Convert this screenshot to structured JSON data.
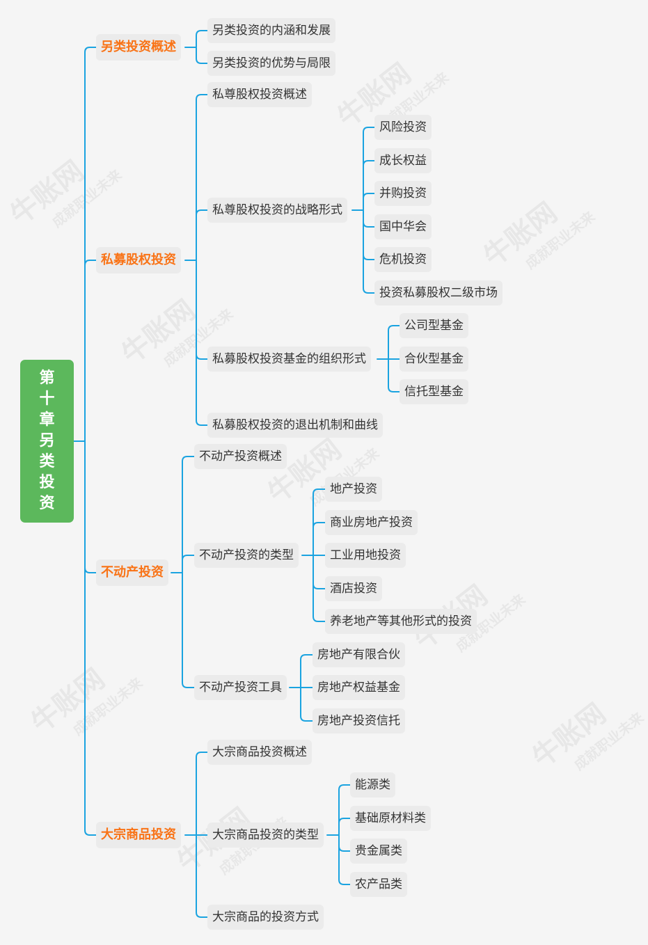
{
  "root": {
    "label": "第十章另类投资",
    "chars": [
      "第",
      "十",
      "章",
      "另",
      "类",
      "投",
      "资"
    ]
  },
  "watermark": {
    "brand": "牛账网",
    "slogan": "成就职业未来"
  },
  "colors": {
    "root": "#5cb85c",
    "level1_text": "#f97316",
    "line": "#1aa3e0",
    "node_bg": "#ebebeb"
  },
  "branches": [
    {
      "label": "另类投资概述",
      "children": [
        {
          "label": "另类投资的内涵和发展"
        },
        {
          "label": "另类投资的优势与局限"
        }
      ]
    },
    {
      "label": "私募股权投资",
      "children": [
        {
          "label": "私尊股权投资概述"
        },
        {
          "label": "私尊股权投资的战略形式",
          "children": [
            {
              "label": "风险投资"
            },
            {
              "label": "成长权益"
            },
            {
              "label": "并购投资"
            },
            {
              "label": "国中华会"
            },
            {
              "label": "危机投资"
            },
            {
              "label": "投资私募股权二级市场"
            }
          ]
        },
        {
          "label": "私募股权投资基金的组织形式",
          "children": [
            {
              "label": "公司型基金"
            },
            {
              "label": "合伙型基金"
            },
            {
              "label": "信托型基金"
            }
          ]
        },
        {
          "label": "私募股权投资的退出机制和曲线"
        }
      ]
    },
    {
      "label": "不动产投资",
      "children": [
        {
          "label": "不动产投资概述"
        },
        {
          "label": "不动产投资的类型",
          "children": [
            {
              "label": "地产投资"
            },
            {
              "label": "商业房地产投资"
            },
            {
              "label": "工业用地投资"
            },
            {
              "label": "酒店投资"
            },
            {
              "label": "养老地产等其他形式的投资"
            }
          ]
        },
        {
          "label": "不动产投资工具",
          "children": [
            {
              "label": "房地产有限合伙"
            },
            {
              "label": "房地产权益基金"
            },
            {
              "label": "房地产投资信托"
            }
          ]
        }
      ]
    },
    {
      "label": "大宗商品投资",
      "children": [
        {
          "label": "大宗商品投资概述"
        },
        {
          "label": "大宗商品投资的类型",
          "children": [
            {
              "label": "能源类"
            },
            {
              "label": "基础原材料类"
            },
            {
              "label": "贵金属类"
            },
            {
              "label": "农产品类"
            }
          ]
        },
        {
          "label": "大宗商品的投资方式"
        }
      ]
    }
  ]
}
